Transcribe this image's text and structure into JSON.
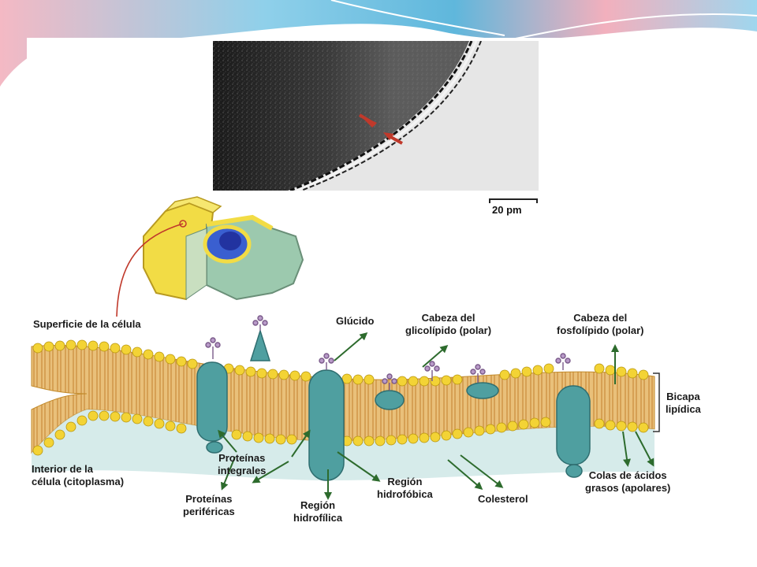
{
  "scale_bar": {
    "label": "20 pm"
  },
  "labels": {
    "surface": "Superficie de la célula",
    "glucido": "Glúcido",
    "glycolipid_head": [
      "Cabeza del",
      "glicolípido (polar)"
    ],
    "phospholipid_head": [
      "Cabeza del",
      "fosfolípido (polar)"
    ],
    "bilayer": [
      "Bicapa",
      "lipídica"
    ],
    "interior": [
      "Interior de la",
      "célula (citoplasma)"
    ],
    "integral_proteins": [
      "Proteínas",
      "integrales"
    ],
    "peripheral_proteins": [
      "Proteínas",
      "periféricas"
    ],
    "hydrophilic_region": [
      "Región",
      "hidrofílica"
    ],
    "hydrophobic_region": [
      "Región",
      "hidrofóbica"
    ],
    "cholesterol": "Colesterol",
    "fatty_acid_tails": [
      "Colas de ácidos",
      "grasos (apolares)"
    ]
  },
  "colors": {
    "accent_blue": "#5ab4d8",
    "accent_pink": "#e8a0b0",
    "lipid_head": "#f3d335",
    "lipid_tail": "#e9c07a",
    "protein": "#4f9fa0",
    "arrow": "#2d6b2d",
    "pointer_line": "#c0392b"
  }
}
